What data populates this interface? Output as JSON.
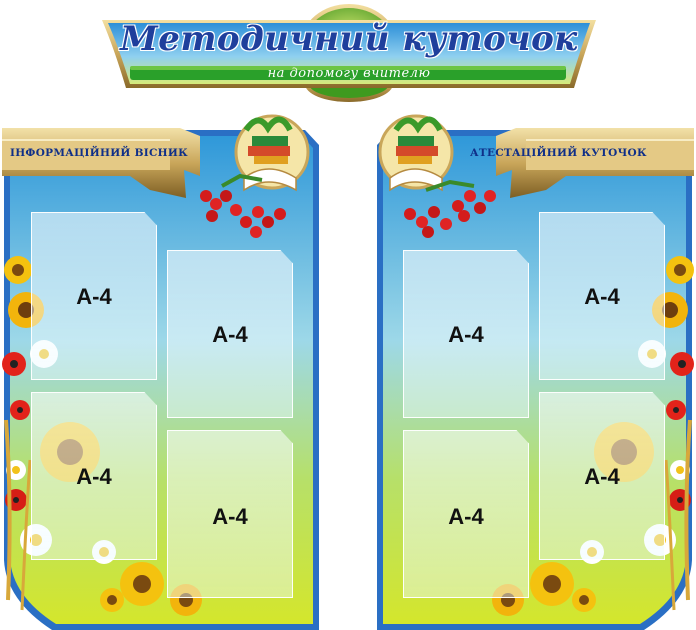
{
  "header": {
    "title": "Методичний куточок",
    "subtitle": "на допомогу вчителю"
  },
  "left_board": {
    "ribbon_label": "ІНФОРМАЦІЙНИЙ ВІСНИК",
    "pockets": [
      "А-4",
      "А-4",
      "А-4",
      "А-4"
    ]
  },
  "right_board": {
    "ribbon_label": "АТЕСТАЦІЙНИЙ КУТОЧОК",
    "pockets": [
      "А-4",
      "А-4",
      "А-4",
      "А-4"
    ]
  },
  "colors": {
    "board_border": "#2a6fc4",
    "board_top": "#2f98d9",
    "board_bottom": "#c8e23a",
    "ribbon_gold": "#c9a65a",
    "title_blue": "#1f3f9c",
    "subtitle_green": "#2aa02a"
  },
  "icons": [
    "books-icon",
    "rowan-berries-icon",
    "sunflower-icon",
    "daisy-icon",
    "poppy-icon",
    "wheat-icon"
  ]
}
